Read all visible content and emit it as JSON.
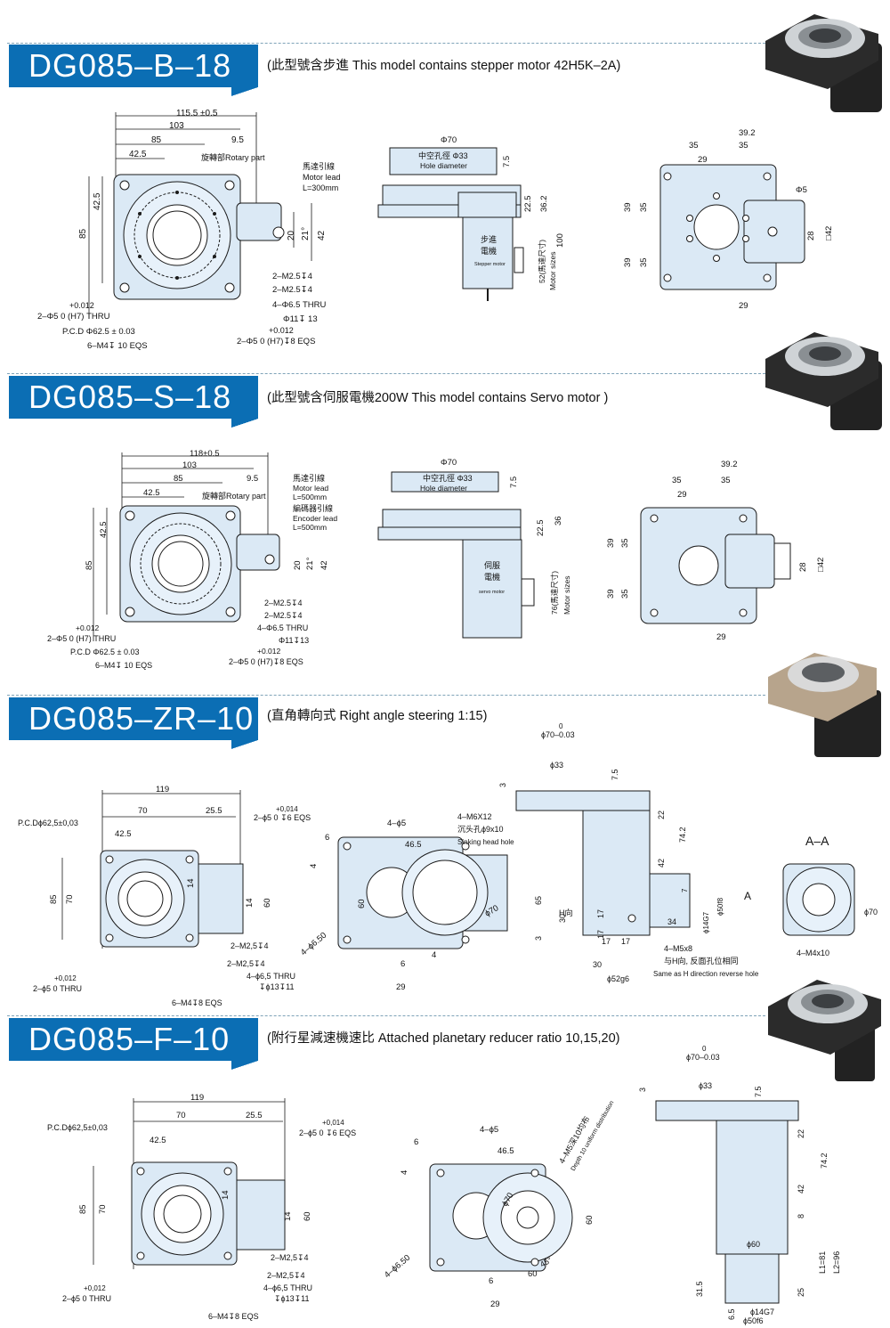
{
  "sections": [
    {
      "model": "DG085–B–18",
      "description": "(此型號含步進 This model contains stepper motor 42H5K–2A)",
      "top_view": {
        "dims": [
          "115.5 ±0.5",
          "103",
          "85",
          "9.5",
          "42.5",
          "42.5",
          "85",
          "20",
          "21°",
          "42"
        ],
        "labels": [
          "旋轉部Rotary part",
          "馬達引線",
          "Motor lead",
          "L=300mm"
        ],
        "callouts": [
          "2–M2.5↧4",
          "2–M2.5↧4",
          "4–Φ6.5 THRU",
          "Φ11↧ 13",
          "+0.012",
          "2–Φ5 0 (H7)↧8 EQS",
          "+0.012",
          "2–Φ5 0 (H7) THRU",
          "P.C.D Φ62.5 ± 0.03",
          "6–M4↧ 10 EQS"
        ]
      },
      "side_view": {
        "dims": [
          "Φ70",
          "中空孔徑 Φ33",
          "Hole diameter",
          "7.5",
          "22.5",
          "36.2",
          "100",
          "52(馬達尺寸)",
          "Motor sizes"
        ],
        "motor_label": [
          "步進",
          "電機",
          "Stepper motor"
        ]
      },
      "bottom_view": {
        "dims": [
          "39.2",
          "35",
          "35",
          "29",
          "Φ5",
          "39",
          "35",
          "39",
          "35",
          "28",
          "□42",
          "29"
        ]
      }
    },
    {
      "model": "DG085–S–18",
      "description": "(此型號含伺服電機200W This model contains Servo motor )",
      "top_view": {
        "dims": [
          "118±0.5",
          "103",
          "85",
          "9.5",
          "42.5",
          "42.5",
          "85",
          "20",
          "21°",
          "42"
        ],
        "labels": [
          "旋轉部Rotary part",
          "馬達引線",
          "Motor lead",
          "L=500mm",
          "編碼器引線",
          "Encoder lead",
          "L=500mm"
        ],
        "callouts": [
          "2–M2.5↧4",
          "2–M2.5↧4",
          "4–Φ6.5 THRU",
          "Φ11↧13",
          "+0.012",
          "2–Φ5 0 (H7)↧8 EQS",
          "+0.012",
          "2–Φ5 0 (H7) THRU",
          "P.C.D Φ62.5 ± 0.03",
          "6–M4↧ 10 EQS"
        ]
      },
      "side_view": {
        "dims": [
          "Φ70",
          "中空孔徑 Φ33",
          "Hole diameter",
          "7.5",
          "22.5",
          "36",
          "76(馬達尺寸)",
          "Motor sizes"
        ],
        "motor_label": [
          "伺服",
          "電機",
          "servo motor"
        ]
      },
      "bottom_view": {
        "dims": [
          "39.2",
          "35",
          "35",
          "29",
          "39",
          "35",
          "39",
          "35",
          "28",
          "□42",
          "29"
        ]
      }
    },
    {
      "model": "DG085–ZR–10",
      "description": "(直角轉向式 Right angle steering 1:15)",
      "top_view": {
        "dims": [
          "119",
          "70",
          "25.5",
          "42.5",
          "85",
          "70",
          "14",
          "14",
          "60"
        ],
        "callouts": [
          "P.C.Dϕ62,5±0,03",
          "+0,014",
          "2–ϕ5 0 ↧6 EQS",
          "2–M2,5↧4",
          "2–M2,5↧4",
          "4–ϕ6,5 THRU",
          "↧ϕ13↧11",
          "+0,012",
          "2–ϕ5 0 THRU",
          "6–M4↧8 EQS"
        ]
      },
      "flange_view": {
        "dims": [
          "4–ϕ5",
          "6",
          "4",
          "46.5",
          "60",
          "ϕ70",
          "4–ϕ6.50",
          "6",
          "4",
          "29"
        ]
      },
      "side_view": {
        "dims": [
          "0",
          "ϕ70–0.03",
          "ϕ33",
          "7.5",
          "3",
          "22",
          "74.2",
          "42",
          "7",
          "65",
          "30",
          "17",
          "17",
          "17",
          "17",
          "3",
          "30",
          "34",
          "ϕ14G7",
          "ϕ50f8",
          "ϕ52g6",
          "A"
        ],
        "labels": [
          "4–M6X12",
          "沉头孔ϕ9x10",
          "Sinking head hole",
          "H向",
          "4–M5x8",
          "与H向, 反面孔位相同",
          "Same as H direction reverse hole"
        ]
      },
      "section_view": {
        "title": "A–A",
        "dims": [
          "ϕ70",
          "4–M4x10"
        ]
      }
    },
    {
      "model": "DG085–F–10",
      "description": "(附行星減速機速比 Attached planetary reducer ratio 10,15,20)",
      "top_view": {
        "dims": [
          "119",
          "70",
          "25.5",
          "42.5",
          "85",
          "70",
          "14",
          "14",
          "60"
        ],
        "callouts": [
          "P.C.Dϕ62,5±0,03",
          "+0,014",
          "2–ϕ5 0 ↧6 EQS",
          "2–M2,5↧4",
          "2–M2,5↧4",
          "4–ϕ6,5 THRU",
          "↧ϕ13↧11",
          "+0,012",
          "2–ϕ5 0 THRU",
          "6–M4↧8 EQS"
        ]
      },
      "flange_view": {
        "dims": [
          "4–ϕ5",
          "6",
          "4",
          "46.5",
          "ϕ70",
          "60",
          "45°",
          "4–ϕ6.50",
          "6",
          "60",
          "29",
          "4–M5深10均布",
          "Depth 10 uniform distribution"
        ]
      },
      "side_view": {
        "dims": [
          "0",
          "ϕ70–0.03",
          "ϕ33",
          "3",
          "7.5",
          "22",
          "42",
          "74.2",
          "8",
          "ϕ60",
          "L1=81",
          "L2=96",
          "31.5",
          "25",
          "6.5",
          "ϕ14G7",
          "ϕ50f6"
        ]
      }
    }
  ],
  "colors": {
    "banner": "#0b6eb4",
    "part_fill": "#dbe9f5",
    "line": "#1a1a1a",
    "dash": "#7fa3b8"
  }
}
